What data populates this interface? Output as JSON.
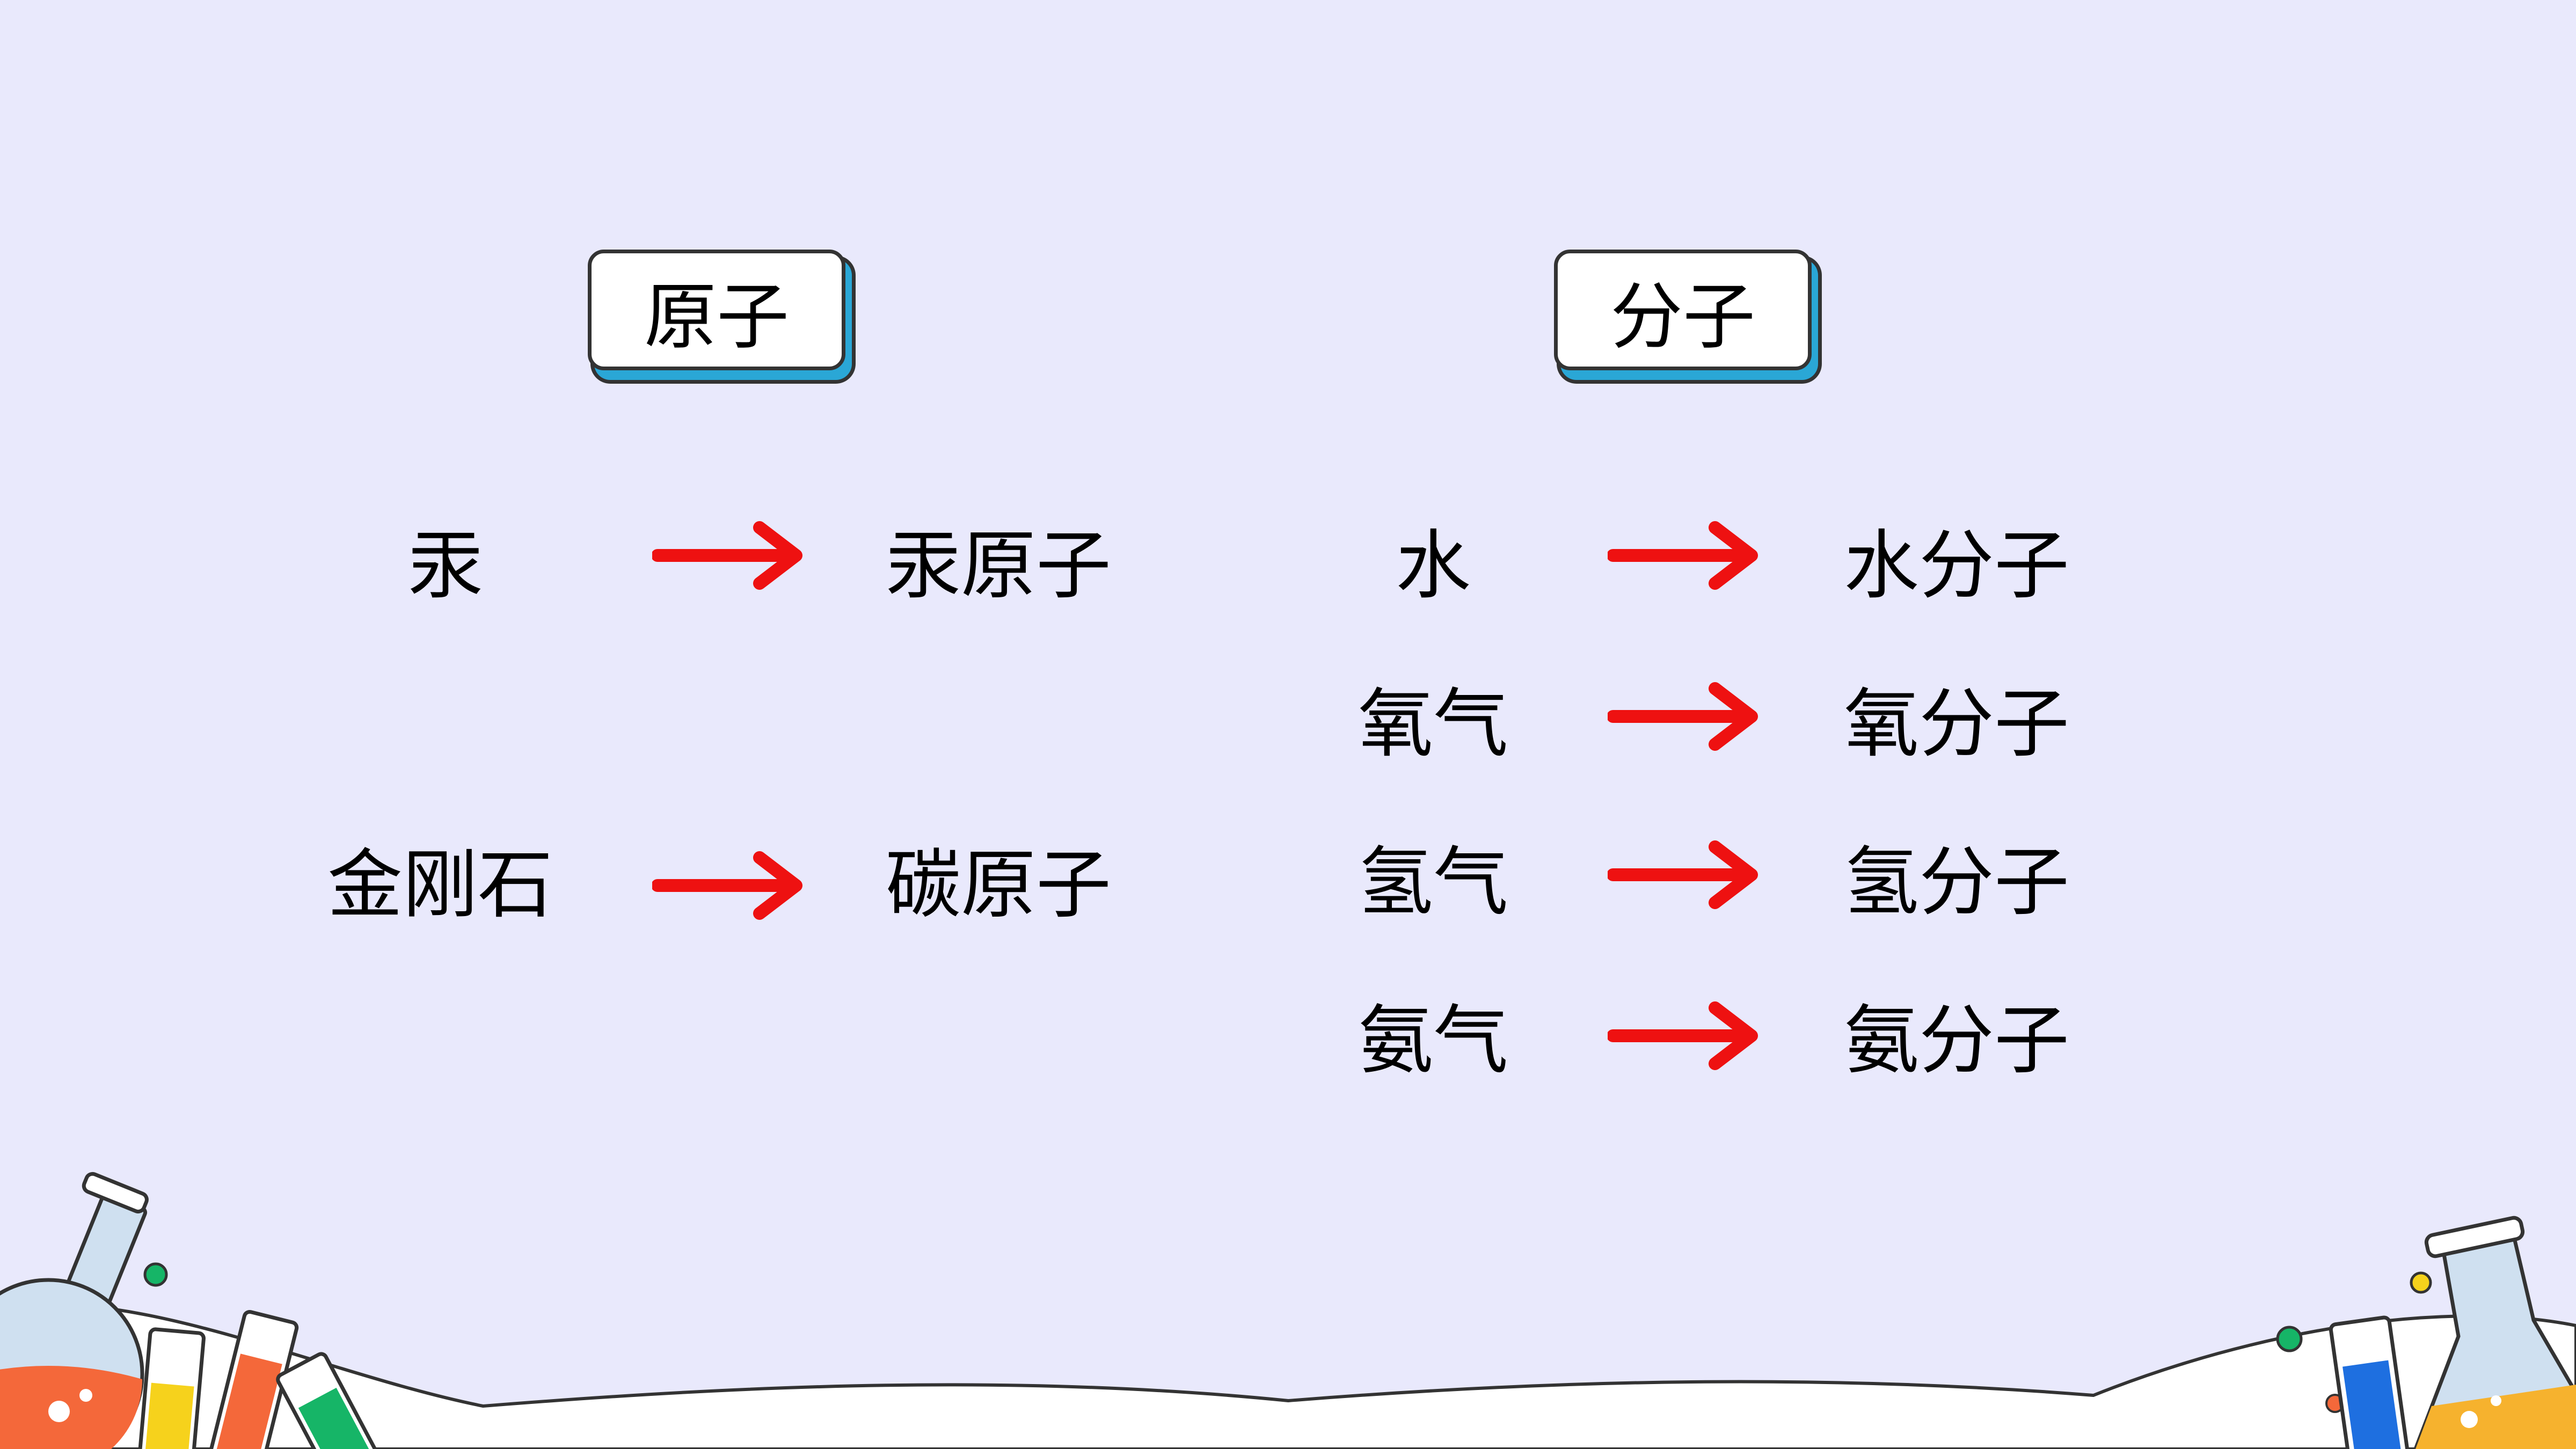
{
  "left_header": "原子",
  "right_header": "分子",
  "left_rows": [
    {
      "from": "汞",
      "to": "汞原子"
    },
    {
      "from": "金刚石",
      "to": "碳原子"
    }
  ],
  "right_rows": [
    {
      "from": "水",
      "to": "水分子"
    },
    {
      "from": "氧气",
      "to": "氧分子"
    },
    {
      "from": "氢气",
      "to": "氢分子"
    },
    {
      "from": "氨气",
      "to": "氨分子"
    }
  ],
  "colors": {
    "background": "#e9e9fc",
    "arrow": "#ee1111",
    "header_shadow": "#2aa7d6"
  },
  "decor_icons": [
    "round-flask-icon",
    "test-tube-icon",
    "erlenmeyer-flask-icon"
  ]
}
